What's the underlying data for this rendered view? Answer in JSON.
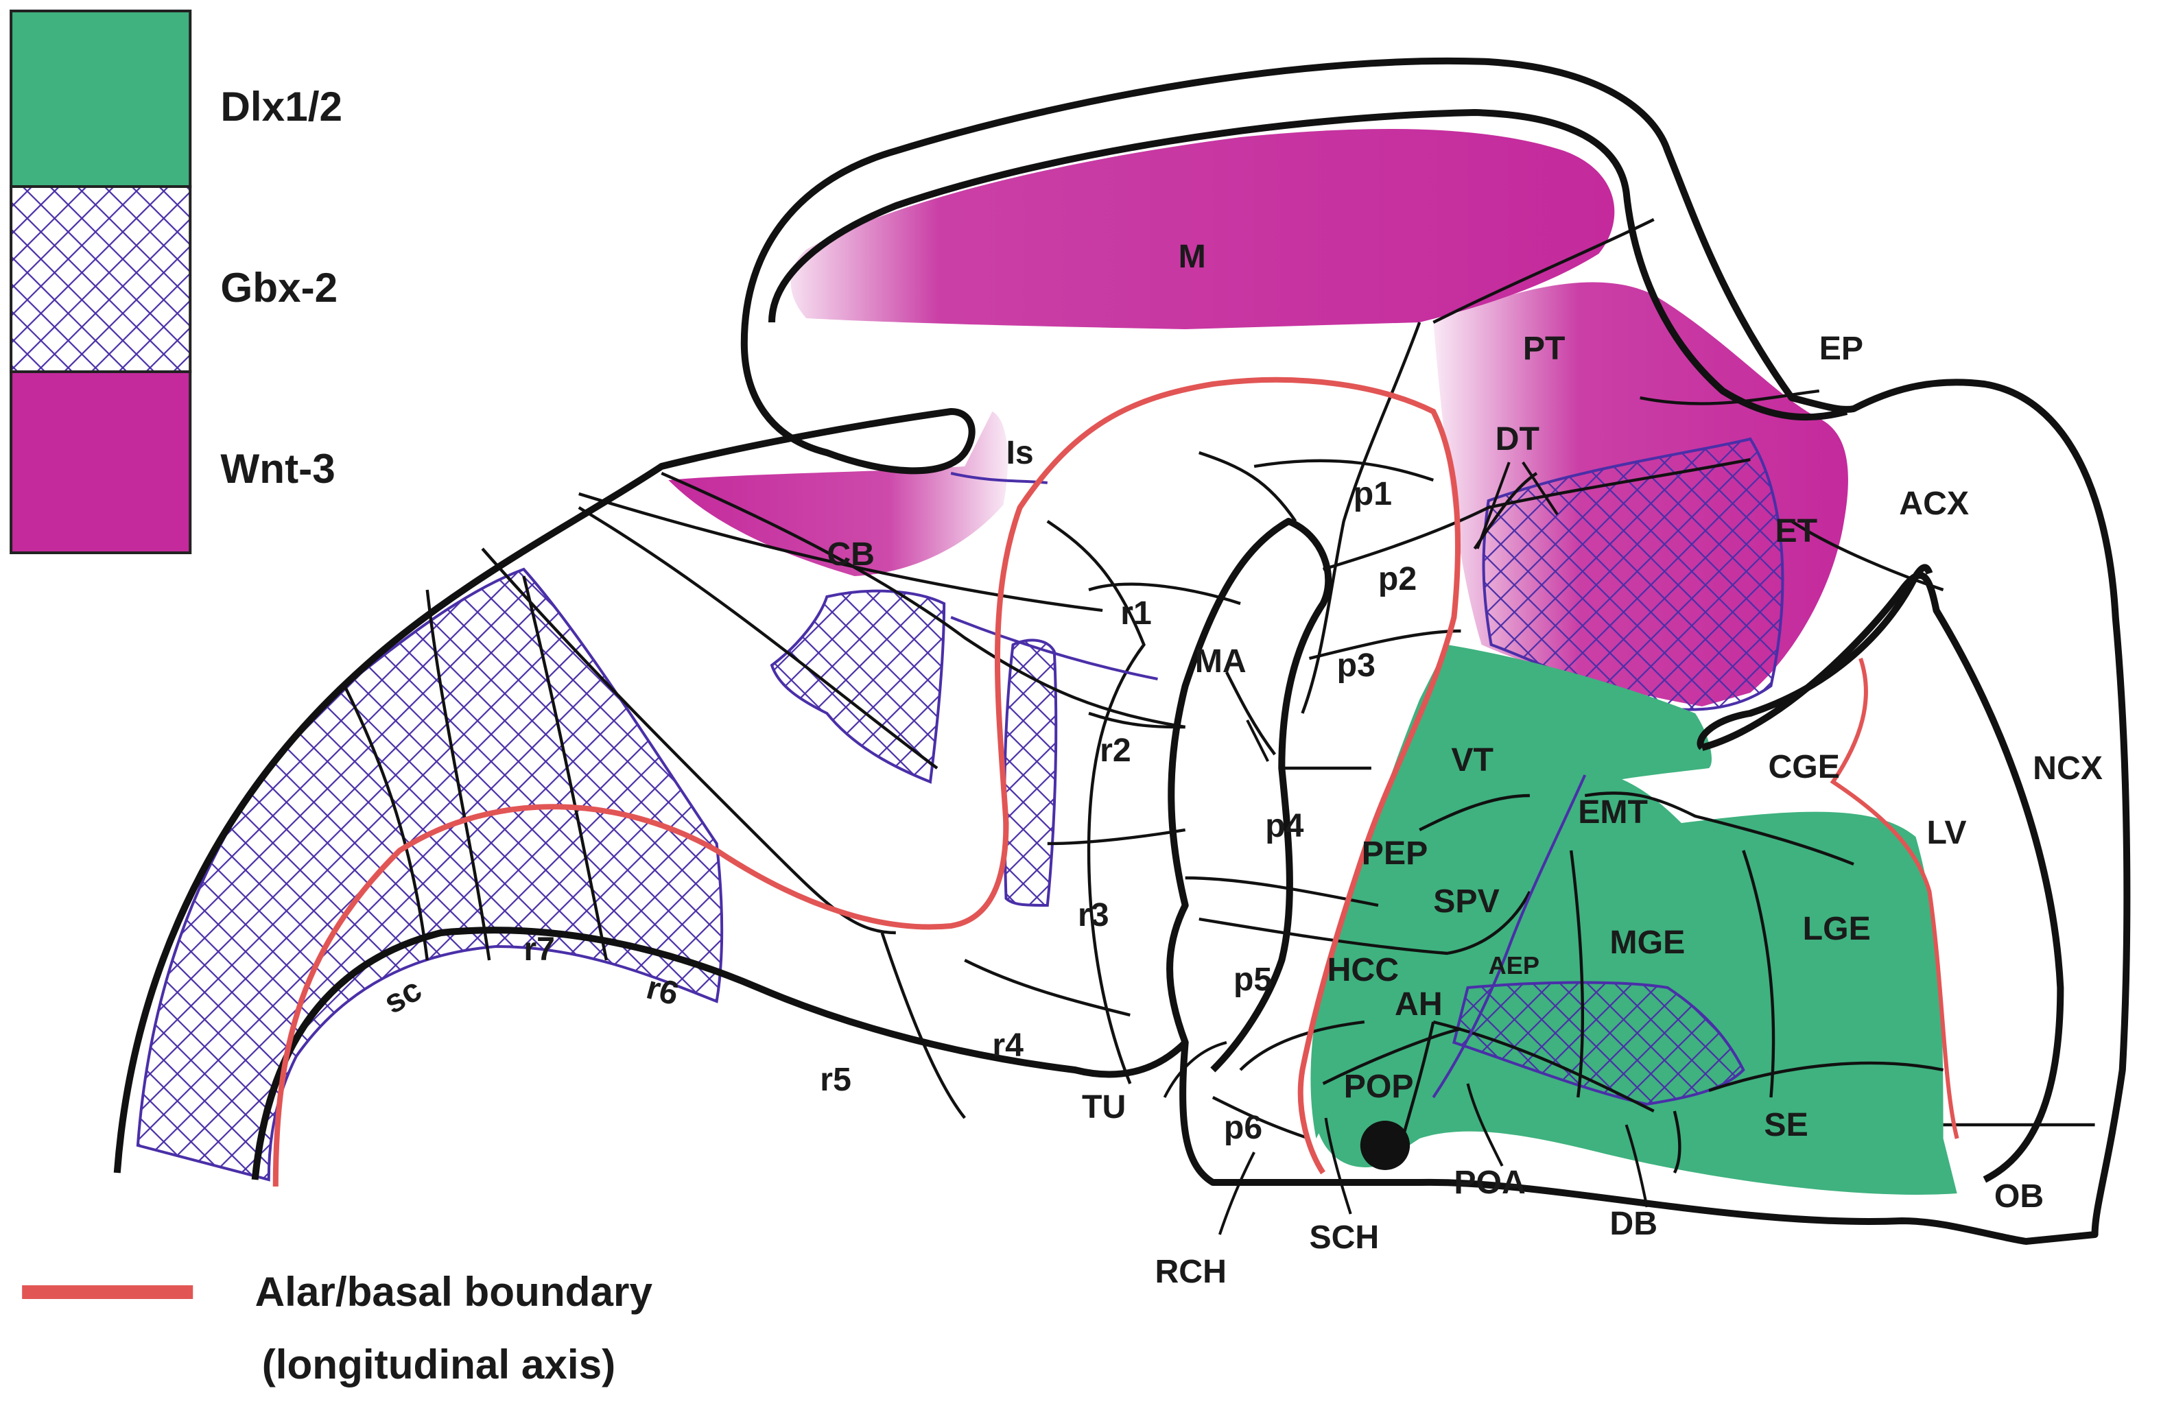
{
  "colors": {
    "dlx": "#3fb27f",
    "gbx": "#4a2fa8",
    "wnt": "#c42a9c",
    "boundary": "#e25555",
    "outline": "#111111"
  },
  "legend": {
    "dlx_label": "Dlx1/2",
    "gbx_label": "Gbx-2",
    "wnt_label": "Wnt-3",
    "boundary_label": "Alar/basal boundary",
    "boundary_sublabel": "(longitudinal axis)"
  },
  "regions": {
    "M": "M",
    "PT": "PT",
    "EP": "EP",
    "DT": "DT",
    "ET": "ET",
    "ACX": "ACX",
    "Is": "Is",
    "CB": "CB",
    "p1": "p1",
    "p2": "p2",
    "p3": "p3",
    "r1": "r1",
    "MA": "MA",
    "r2": "r2",
    "VT": "VT",
    "CGE": "CGE",
    "NCX": "NCX",
    "EMT": "EMT",
    "p4": "p4",
    "PEP": "PEP",
    "LV": "LV",
    "SPV": "SPV",
    "r3": "r3",
    "MGE": "MGE",
    "LGE": "LGE",
    "r7": "r7",
    "sc": "sc",
    "r6": "r6",
    "HCC": "HCC",
    "AEP": "AEP",
    "p5": "p5",
    "AH": "AH",
    "r4": "r4",
    "r5": "r5",
    "POP": "POP",
    "TU": "TU",
    "SE": "SE",
    "p6": "p6",
    "POA": "POA",
    "SCH": "SCH",
    "DB": "DB",
    "OB": "OB",
    "RCH": "RCH"
  }
}
